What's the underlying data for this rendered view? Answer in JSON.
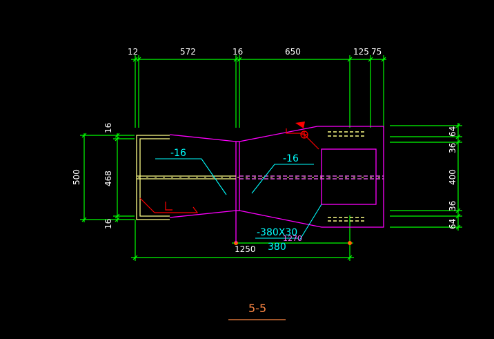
{
  "dimensions_top": {
    "d1": "12",
    "d2": "572",
    "d3": "16",
    "d4": "650",
    "d5": "125",
    "d6": "75"
  },
  "dimensions_left": {
    "top": "16",
    "middle": "468",
    "bottom": "16",
    "overall": "500"
  },
  "dimensions_right": {
    "d1": "64",
    "d2": "36",
    "d3": "400",
    "d4": "36",
    "d5": "64"
  },
  "labels": {
    "plate_left": "-16",
    "plate_right": "-16",
    "plate_bottom": "-380X30",
    "dim_1270": "1270",
    "dim_380": "380",
    "overall_length": "1250"
  },
  "section_title": "5-5",
  "colors": {
    "background": "#000000",
    "dimension": "#00ff00",
    "outline": "#ff00ff",
    "text_cyan": "#00ffff",
    "text_white": "#ffffff",
    "weld": "#ff0000",
    "highlight": "#ffff88",
    "section_text": "#ff8844"
  }
}
